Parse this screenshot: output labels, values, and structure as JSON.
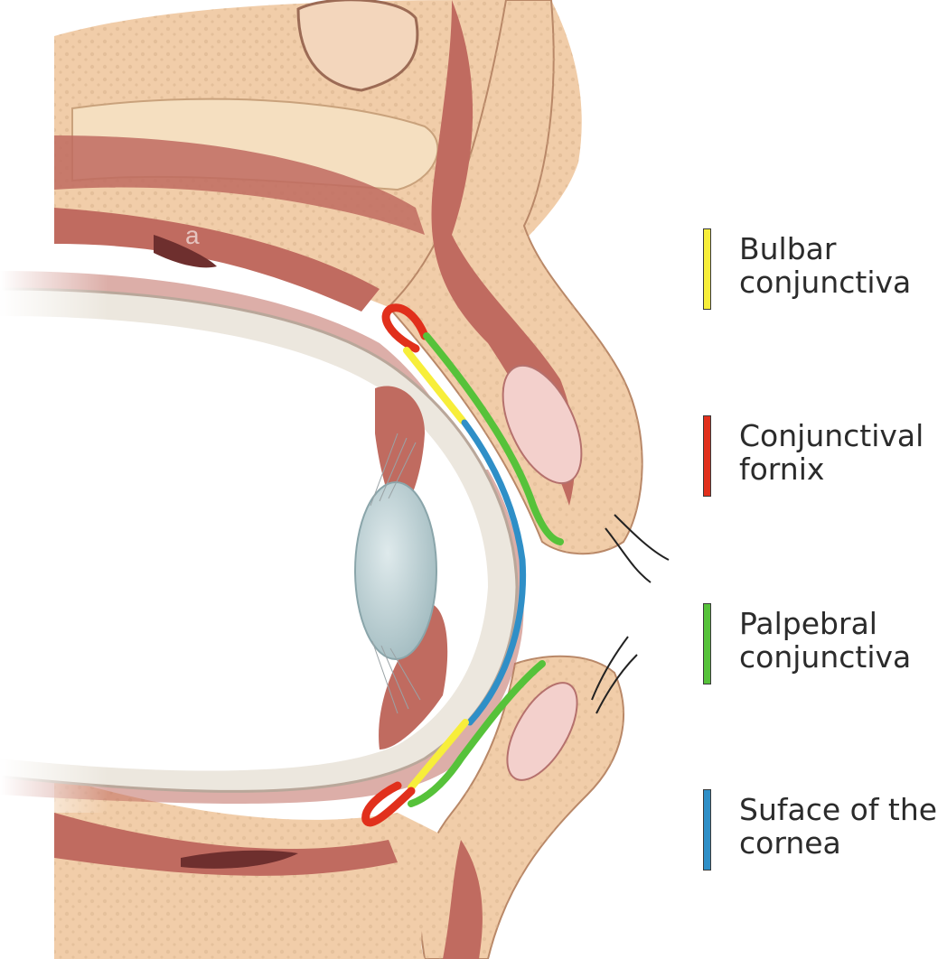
{
  "legend": [
    {
      "line1": "Bulbar",
      "line2": "conjunctiva",
      "color": "#f7ee3a"
    },
    {
      "line1": "Conjunctival",
      "line2": "fornix",
      "color": "#e1301c"
    },
    {
      "line1": "Palpebral",
      "line2": "conjunctiva",
      "color": "#56c23a"
    },
    {
      "line1": "Suface of the",
      "line2": "cornea",
      "color": "#2f8fc7"
    }
  ],
  "colors": {
    "skin": "#f1cda9",
    "muscle": "#c06b60",
    "sclera": "#ece7de",
    "lens": "#b7cdd1",
    "bulbar": "#f7ee3a",
    "fornix": "#e1301c",
    "palpebral": "#56c23a",
    "cornea": "#2f8fc7"
  },
  "watermark": "a"
}
